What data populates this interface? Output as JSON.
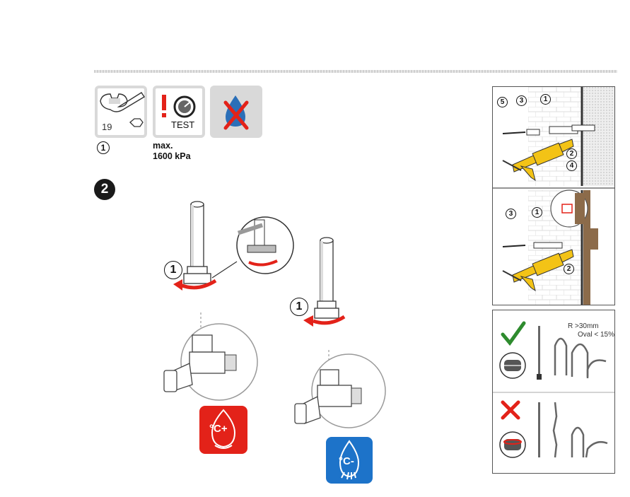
{
  "tools": {
    "wrench_size": "19",
    "wrench_callout": "1",
    "test_label": "TEST",
    "pressure_line1": "max.",
    "pressure_line2": "1600 kPa"
  },
  "step": {
    "number": "2",
    "callout_left": "1",
    "callout_right": "1"
  },
  "badges": {
    "hot_label": "°C+",
    "cold_label": "°C-",
    "hot_color": "#e32219",
    "cold_color": "#1d73c9"
  },
  "wall_panel": {
    "callouts_top": [
      "5",
      "3",
      "1"
    ],
    "callouts_top_right": [
      "2",
      "4"
    ],
    "callouts_bottom": [
      "3",
      "1"
    ],
    "callouts_bottom_right": [
      "2"
    ]
  },
  "hose_panel": {
    "radius_label": "R >30mm",
    "oval_label": "Oval < 15%",
    "ok_color": "#2e8b2e",
    "bad_color": "#e32219"
  }
}
